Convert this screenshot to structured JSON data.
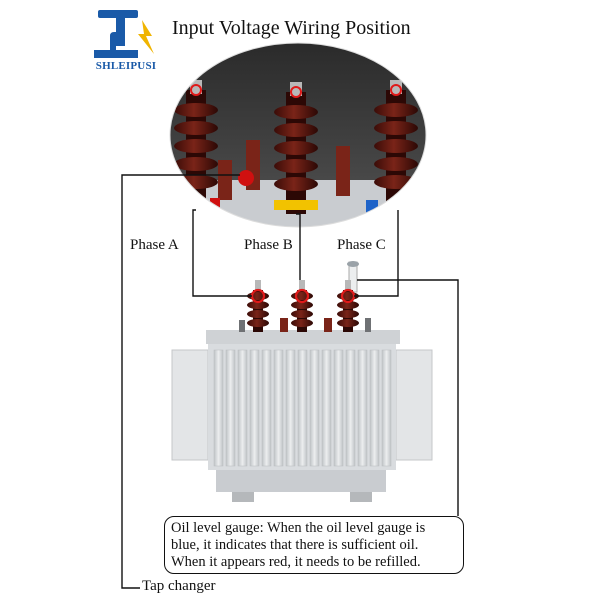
{
  "brand": {
    "name": "SHLEIPUSI",
    "colors": {
      "blue": "#1a5aa8",
      "gold": "#f0b400"
    }
  },
  "title": "Input Voltage Wiring Position",
  "labels": {
    "phase_a": "Phase A",
    "phase_b": "Phase B",
    "phase_c": "Phase C",
    "tap_changer": "Tap changer"
  },
  "oil_note": {
    "line1": "Oil level gauge: When the oil level gauge is",
    "line2": "blue, it indicates that there is sufficient oil.",
    "line3": "When it appears red, it needs to be refilled."
  },
  "colors": {
    "bushing": "#5a1610",
    "marker_ring": "#e01a1a",
    "tank": "#d9dcdf",
    "leader_line": "#111111"
  }
}
